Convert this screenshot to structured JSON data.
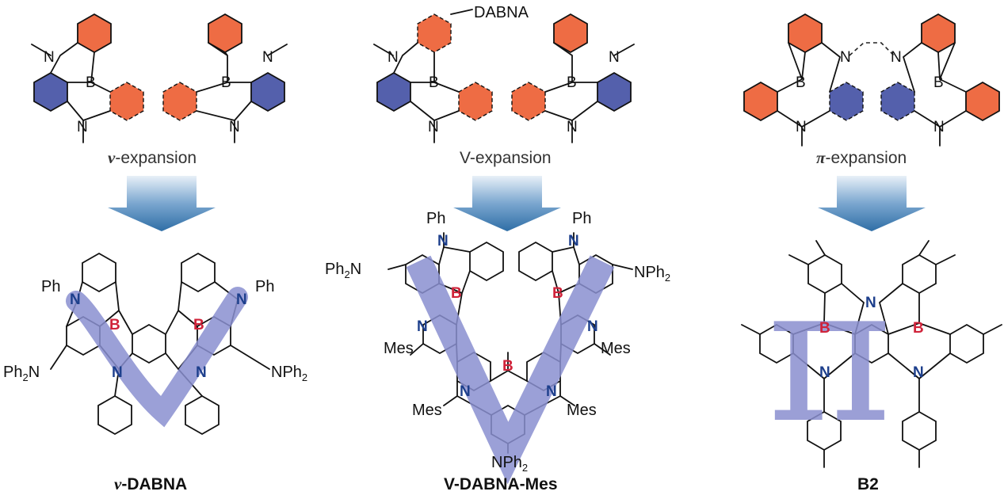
{
  "panels": [
    {
      "expansion_prefix": "v",
      "expansion_suffix": "-expansion",
      "title_prefix": "v",
      "title_suffix": "-DABNA"
    },
    {
      "expansion_text": "V-expansion",
      "title": "V-DABNA-Mes",
      "dabna_label": "DABNA"
    },
    {
      "expansion_prefix": "π",
      "expansion_suffix": "-expansion",
      "title": "B2"
    }
  ],
  "atoms": {
    "n": "N",
    "b": "B",
    "ph": "Ph",
    "nph2_right": "NPh",
    "ph2n_left": "Ph",
    "mes": "Mes",
    "nph2_sub": "2",
    "pi_symbol": "π"
  },
  "colors": {
    "orange_ring": "#ee6c44",
    "blue_ring": "#5460ac",
    "overlay_blue": "#8a8fd0",
    "nitrogen": "#1d3f8c",
    "boron": "#d0233a",
    "arrow_dark": "#2f6ea6"
  }
}
